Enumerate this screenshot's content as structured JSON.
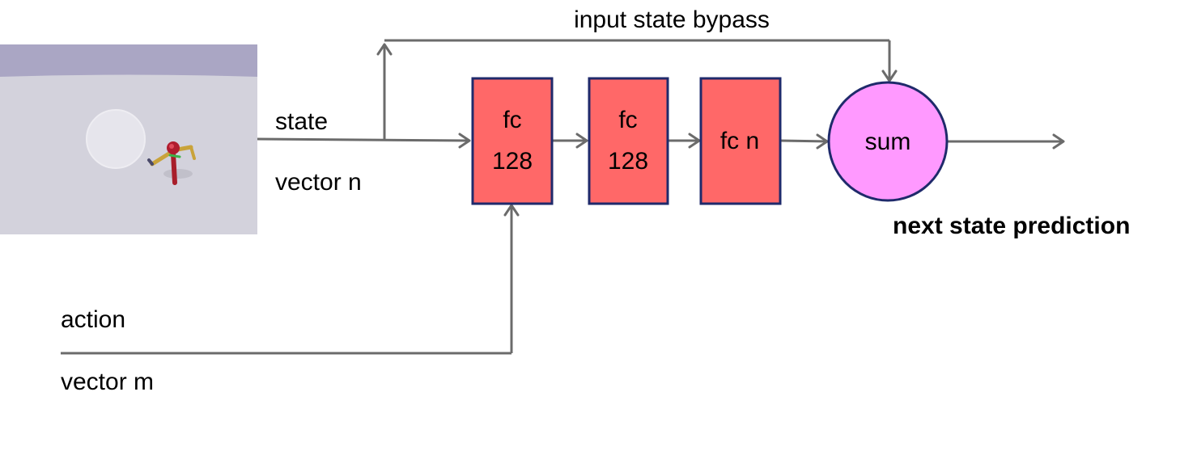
{
  "labels": {
    "bypass": "input state bypass",
    "state": "state",
    "state_vector": "vector n",
    "action": "action",
    "action_vector": "vector m",
    "output": "next state prediction"
  },
  "layers": [
    {
      "line1": "fc",
      "line2": "128"
    },
    {
      "line1": "fc",
      "line2": "128"
    },
    {
      "line1": "fc n",
      "line2": ""
    }
  ],
  "sum_label": "sum",
  "colors": {
    "layer_fill": "#ff6868",
    "layer_stroke": "#1f2a6b",
    "sum_fill": "#ff99ff",
    "sum_stroke": "#1f2a6b",
    "wire": "#6b6b6b",
    "scene_sky": "#aaa6c4",
    "scene_ground": "#d3d2dc"
  }
}
